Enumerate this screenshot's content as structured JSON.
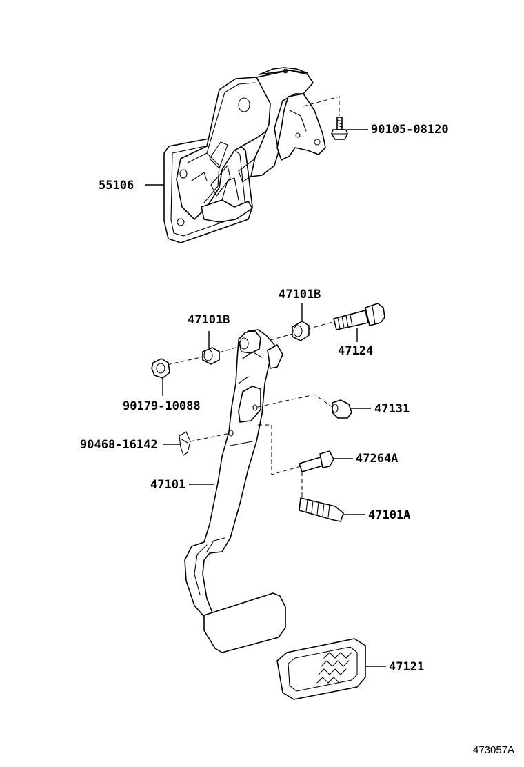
{
  "labels": {
    "bolt_90105": "90105-08120",
    "bracket_55106": "55106",
    "bushing_upper": "47101B",
    "bushing_lower": "47101B",
    "pivot_bolt": "47124",
    "nut_90179": "90179-10088",
    "stopper": "47131",
    "clip_90468": "90468-16142",
    "pin": "47264A",
    "pedal_arm": "47101",
    "spring": "47101A",
    "pedal_pad": "47121"
  },
  "diagram_code": "473057A"
}
